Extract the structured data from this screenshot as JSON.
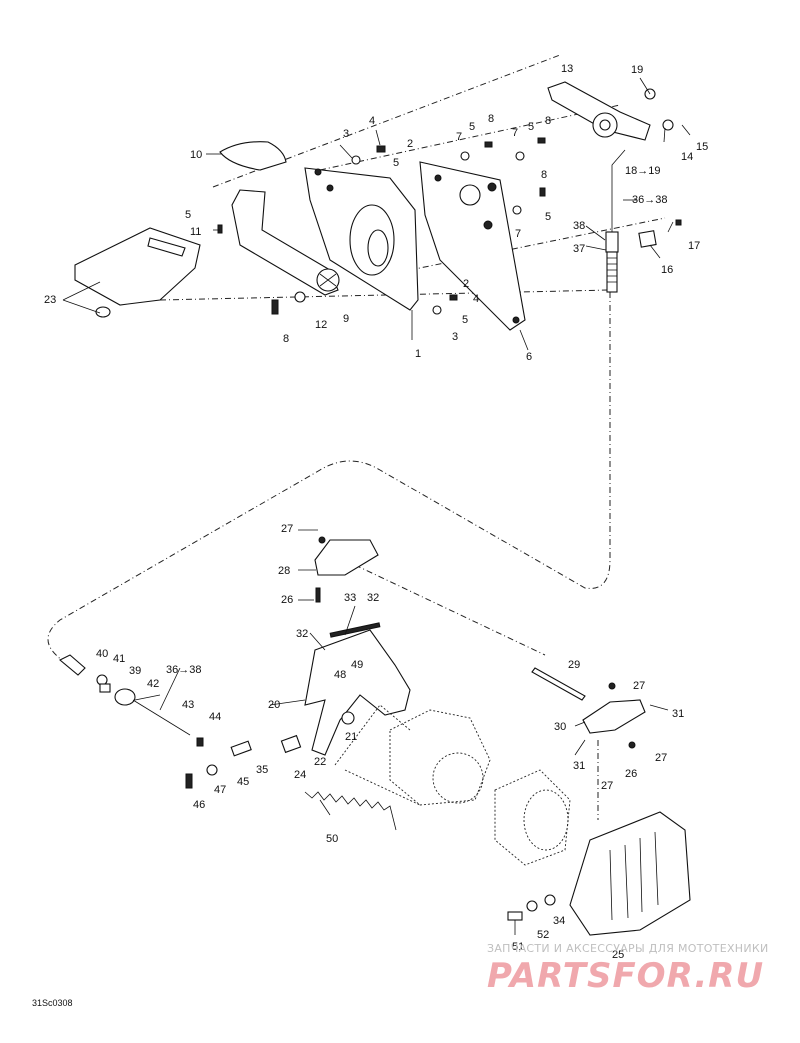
{
  "drawing_code": "31Sc0308",
  "watermark": {
    "tagline": "ЗАПЧАСТИ И АКСЕССУАРЫ ДЛЯ МОТОТЕХНИКИ",
    "brand": "PARTSFOR.RU"
  },
  "callouts": {
    "c1": "1",
    "c2a": "2",
    "c2b": "2",
    "c3a": "3",
    "c3b": "3",
    "c4a": "4",
    "c4b": "4",
    "c5a": "5",
    "c5b": "5",
    "c5c": "5",
    "c5d": "5",
    "c5e": "5",
    "c6": "6",
    "c7a": "7",
    "c7b": "7",
    "c7c": "7",
    "c8a": "8",
    "c8b": "8",
    "c8c": "8",
    "c8d": "8",
    "c9": "9",
    "c10": "10",
    "c11": "11",
    "c12": "12",
    "c13": "13",
    "c14": "14",
    "c15": "15",
    "c16": "16",
    "c17": "17",
    "c18": "18→19",
    "c19": "19",
    "c20": "20",
    "c21": "21",
    "c22": "22",
    "c23": "23",
    "c24": "24",
    "c25": "25",
    "c26a": "26",
    "c26b": "26",
    "c27a": "27",
    "c27b": "27",
    "c27c": "27",
    "c27d": "27",
    "c28": "28",
    "c29": "29",
    "c30": "30",
    "c31a": "31",
    "c31b": "31",
    "c32a": "32",
    "c32b": "32",
    "c33": "33",
    "c34": "34",
    "c35": "35",
    "c36a": "36→38",
    "c36b": "36→38",
    "c37": "37",
    "c38": "38",
    "c39": "39",
    "c40": "40",
    "c41": "41",
    "c42": "42",
    "c43": "43",
    "c44": "44",
    "c45": "45",
    "c46": "46",
    "c47": "47",
    "c48": "48",
    "c49": "49",
    "c50": "50",
    "c51": "51",
    "c52": "52"
  }
}
